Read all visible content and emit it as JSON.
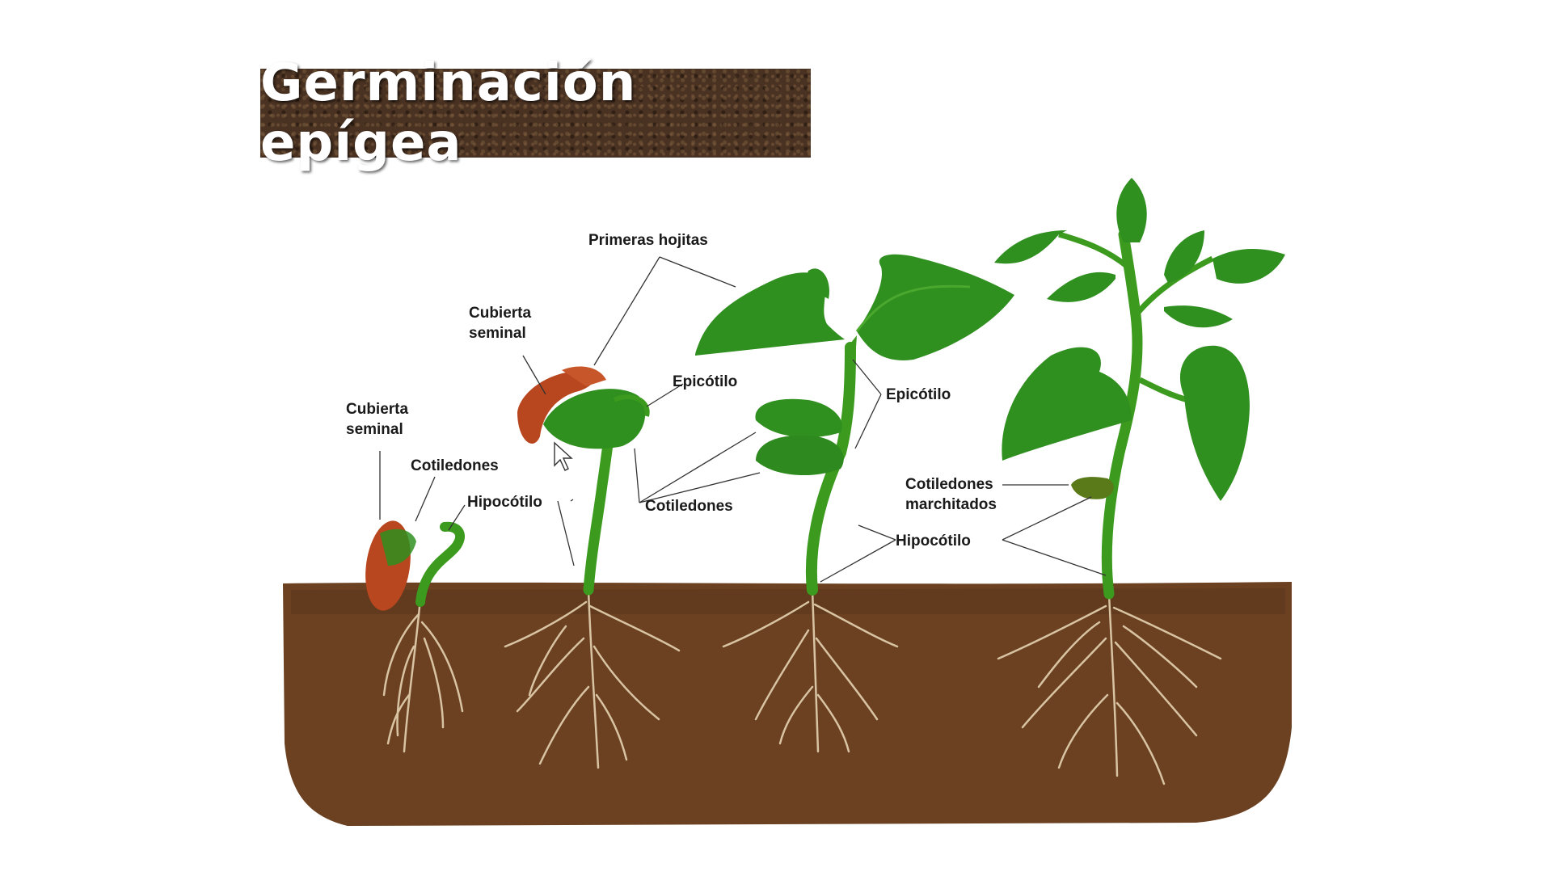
{
  "title": "Germinación epígea",
  "labels": {
    "cubierta_seminal_1": [
      "Cubierta",
      "seminal"
    ],
    "cotiledones_1": "Cotiledones",
    "hipocotilo_1": "Hipocótilo",
    "cubierta_seminal_2": [
      "Cubierta",
      "seminal"
    ],
    "primeras_hojitas": "Primeras hojitas",
    "epicotilo_1": "Epicótilo",
    "cotiledones_2": "Cotiledones",
    "epicotilo_2": "Epicótilo",
    "cotiledones_marchitados": [
      "Cotiledones",
      "marchitados"
    ],
    "hipocotilo_2": "Hipocótilo"
  },
  "colors": {
    "soil": "#6b4121",
    "leaf": "#2f8f1f",
    "stem": "#3c9a1e",
    "seed": "#b8461e",
    "root": "#d8c3a2"
  }
}
